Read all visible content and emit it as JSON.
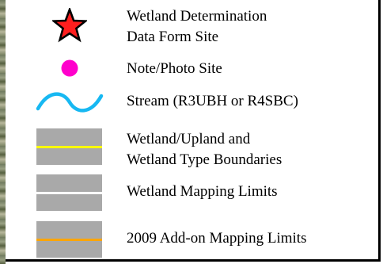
{
  "legend": {
    "items": [
      {
        "symbol": "red-star-icon",
        "color": "#ff1e1e",
        "label_lines": [
          "Wetland Determination",
          "Data Form Site"
        ]
      },
      {
        "symbol": "magenta-dot-icon",
        "color": "#ff00cc",
        "label_lines": [
          "Note/Photo Site"
        ]
      },
      {
        "symbol": "blue-wave-icon",
        "color": "#17b8f2",
        "label_lines": [
          "Stream (R3UBH or R4SBC)"
        ]
      },
      {
        "symbol": "gray-swatch-yellow-line",
        "color": "#ffff00",
        "label_lines": [
          "Wetland/Upland and",
          "Wetland Type Boundaries"
        ]
      },
      {
        "symbol": "gray-swatch-white-line",
        "color": "#ffffff",
        "label_lines": [
          "Wetland Mapping Limits"
        ]
      },
      {
        "symbol": "gray-swatch-orange-line",
        "color": "#ffa500",
        "label_lines": [
          "2009 Add-on Mapping Limits"
        ]
      }
    ],
    "swatch_fill": "#a9a9a9",
    "border_color": "#000000"
  }
}
